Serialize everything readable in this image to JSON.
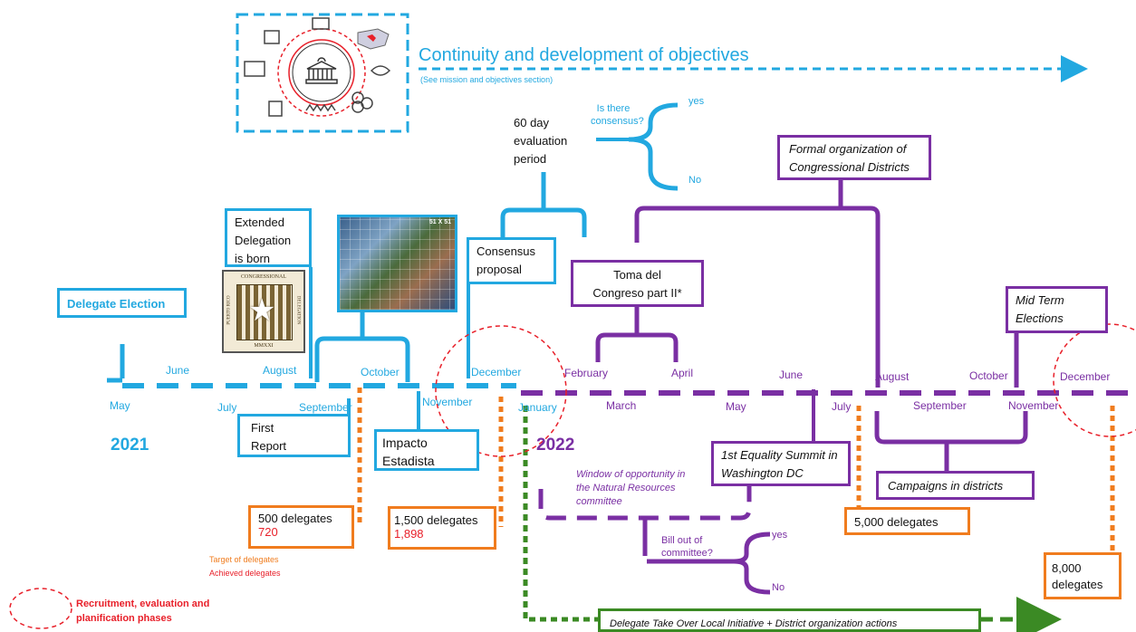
{
  "header": {
    "title": "Continuity and development of objectives",
    "subtitle": "(See mission and objectives section)"
  },
  "years": {
    "y2021": "2021",
    "y2022": "2022"
  },
  "months_2021": {
    "may": "May",
    "june": "June",
    "july": "July",
    "august": "August",
    "september": "September",
    "october": "October",
    "november": "November",
    "december": "December"
  },
  "months_2022": {
    "january": "January",
    "february": "February",
    "march": "March",
    "april": "April",
    "may": "May",
    "june": "June",
    "july": "July",
    "august": "August",
    "september": "September",
    "october": "October",
    "november": "November",
    "december": "December"
  },
  "events": {
    "delegate_election": "Delegate Election",
    "extended_delegation": "Extended Delegation is born",
    "first_report": "First Report",
    "impacto": "Impacto Estadista",
    "consensus_proposal": "Consensus proposal",
    "evaluation": "60 day evaluation period",
    "is_consensus": "Is there consensus?",
    "yes": "yes",
    "no": "No",
    "toma": "Toma del Congreso part II*",
    "formal_org": "Formal organization of Congressional Districts",
    "mid_term": "Mid Term Elections",
    "summit": "1st Equality Summit in Washington DC",
    "window": "Window of opportunity in the Natural Resources committee",
    "bill_out": "Bill out of committee?",
    "campaigns": "Campaigns in districts",
    "takeover": "Delegate Take Over Local Initiative + District organization actions"
  },
  "delegates": {
    "d500": "500 delegates",
    "d720": "720",
    "d1500": "1,500 delegates",
    "d1898": "1,898",
    "d5000": "5,000 delegates",
    "d8000": "8,000 delegates"
  },
  "legend": {
    "target": "Target of delegates",
    "achieved": "Achieved delegates",
    "phases": "Recruitment, evaluation and planification phases"
  },
  "seal": {
    "top": "CONGRESSIONAL",
    "left": "PUERTO RICO",
    "right": "DELEGATION",
    "bottom": "MMXXI"
  },
  "poster": {
    "caption": "51 X 51"
  },
  "colors": {
    "blue": "#22a8e0",
    "purple": "#7a2fa3",
    "orange": "#f07c1e",
    "green": "#3b8a24",
    "red": "#e8202a"
  }
}
